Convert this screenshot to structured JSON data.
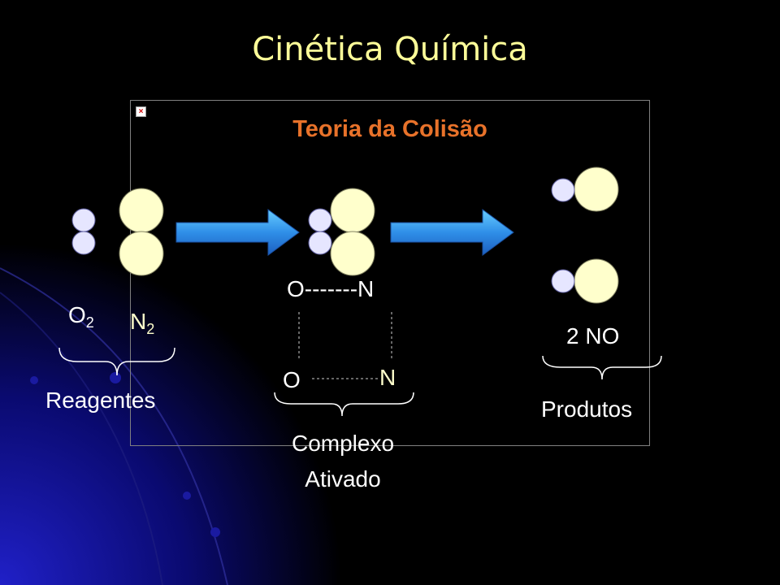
{
  "slide": {
    "title": "Cinética Química",
    "subtitle": "Teoria da Colisão",
    "broken_image_icon": "×"
  },
  "labels": {
    "o2": {
      "symbol": "O",
      "sub": "2"
    },
    "n2": {
      "symbol": "N",
      "sub": "2"
    },
    "reagentes": "Reagentes",
    "complex_top": "O-------N",
    "complex_o": "O",
    "complex_n": "N",
    "complexo_line1": "Complexo",
    "complexo_line2": "Ativado",
    "product": "2 NO",
    "produtos": "Produtos"
  },
  "colors": {
    "background": "#000000",
    "title": "#ffff99",
    "subtitle": "#e8722a",
    "small_atom": "#e6e6ff",
    "large_atom": "#ffffcc",
    "arrow": "#3399ff"
  }
}
